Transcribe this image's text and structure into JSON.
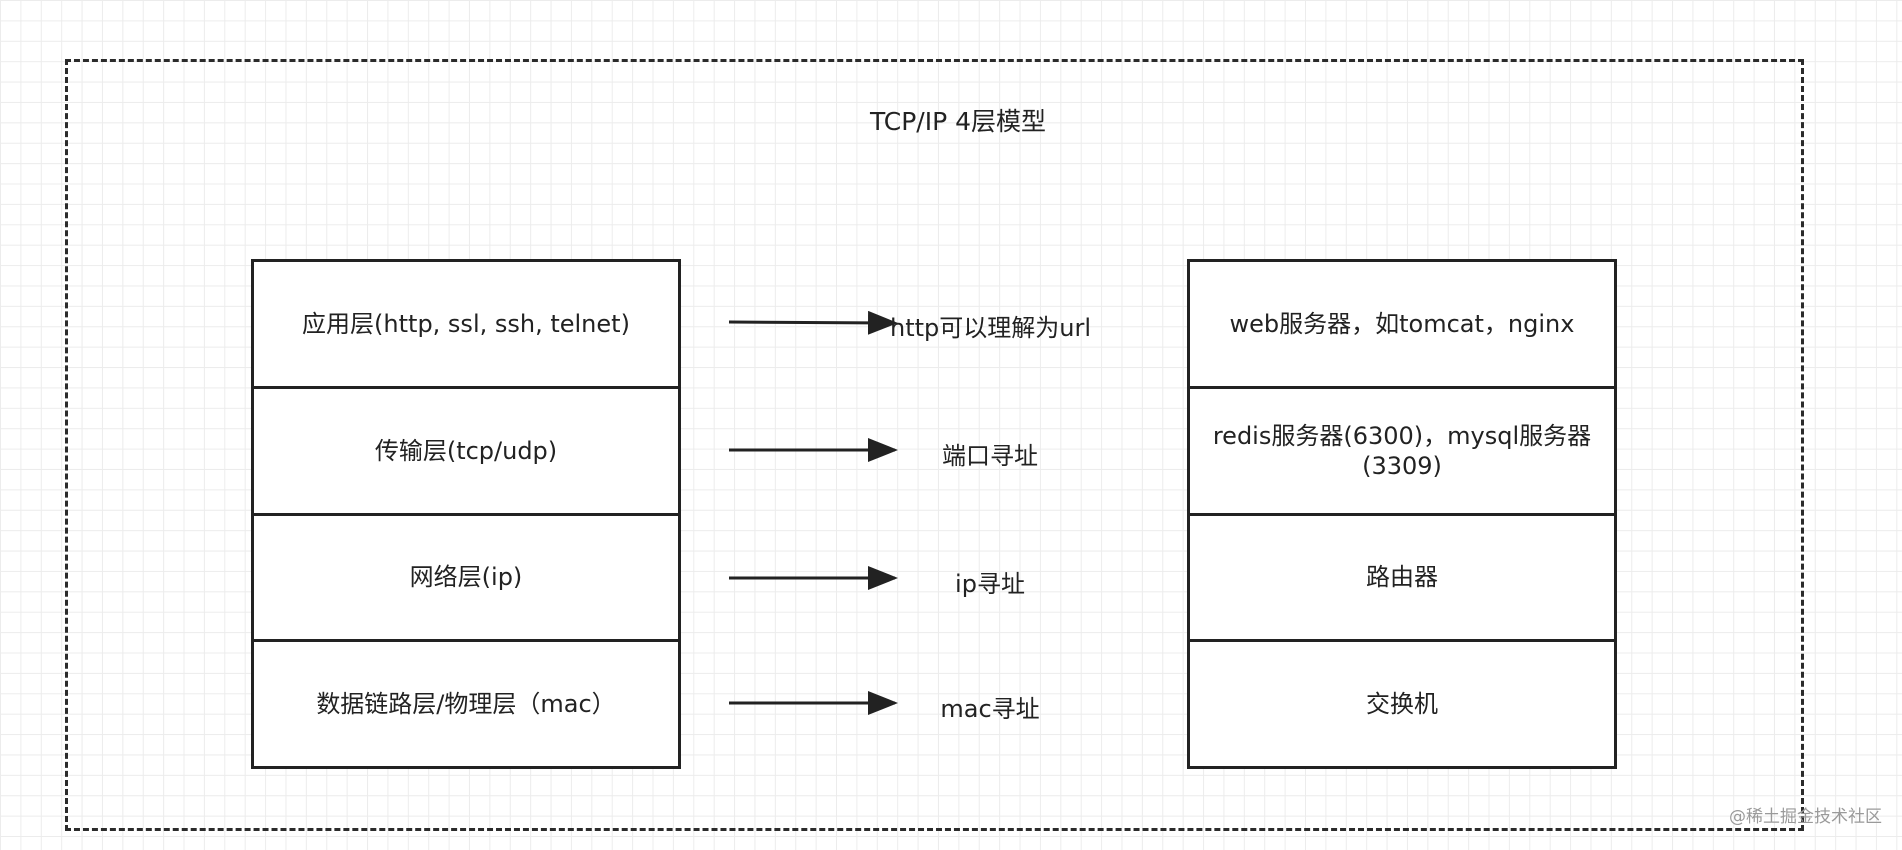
{
  "diagram": {
    "title": "TCP/IP 4层模型",
    "layers": [
      {
        "name": "应用层(http, ssl, ssh, telnet)",
        "addressing": "http可以理解为url",
        "example": "web服务器，如tomcat，nginx"
      },
      {
        "name": "传输层(tcp/udp)",
        "addressing": "端口寻址",
        "example": "redis服务器(6300)，mysql服务器(3309)"
      },
      {
        "name": "网络层(ip)",
        "addressing": "ip寻址",
        "example": "路由器"
      },
      {
        "name": "数据链路层/物理层（mac）",
        "addressing": "mac寻址",
        "example": "交换机"
      }
    ]
  },
  "watermark": "@稀土掘金技术社区",
  "colors": {
    "stroke": "#222222",
    "grid": "#ececec",
    "watermark": "#9a9a9a"
  },
  "icons": {
    "arrow": "arrow-right-icon"
  }
}
